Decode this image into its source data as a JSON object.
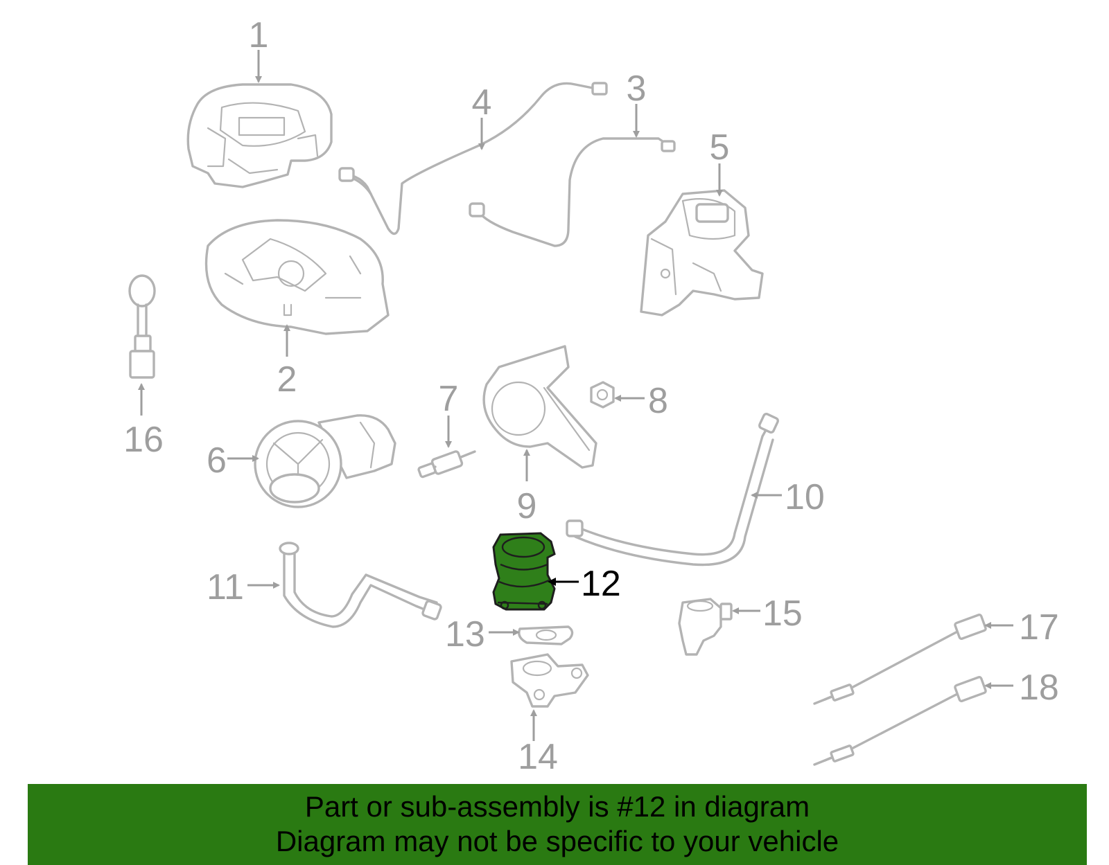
{
  "diagram": {
    "callouts": [
      "1",
      "2",
      "3",
      "4",
      "5",
      "6",
      "7",
      "8",
      "9",
      "10",
      "11",
      "12",
      "13",
      "14",
      "15",
      "16",
      "17",
      "18"
    ],
    "highlighted_part": "12",
    "highlight_color": "#2f7f1a",
    "part_color": "#b3b3b3"
  },
  "footer": {
    "line1": "Part or sub-assembly is #12 in diagram",
    "line2": "Diagram may not be specific to your vehicle",
    "background": "#2a7a12"
  }
}
